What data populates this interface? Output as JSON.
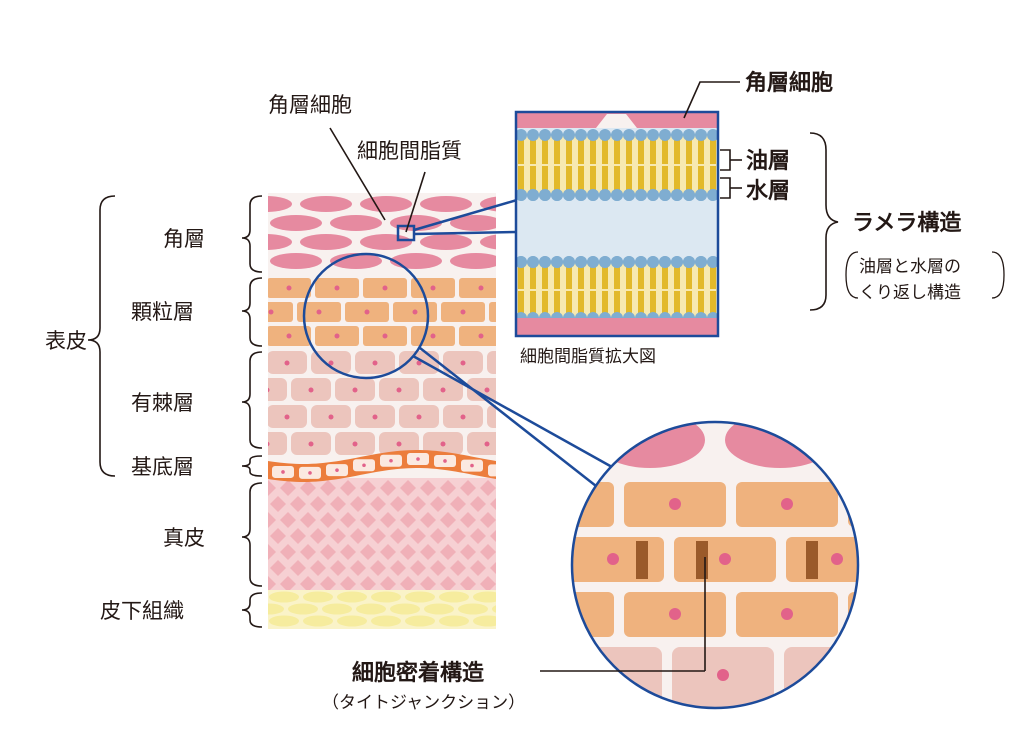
{
  "labels": {
    "epidermis": "表皮",
    "stratum_corneum": "角層",
    "granular_layer": "顆粒層",
    "spinous_layer": "有棘層",
    "basal_layer": "基底層",
    "dermis": "真皮",
    "subcutaneous": "皮下組織",
    "corneocyte_top": "角層細胞",
    "intercellular_lipid": "細胞間脂質",
    "corneocyte_right": "角層細胞",
    "oil_layer": "油層",
    "water_layer": "水層",
    "lamellar": "ラメラ構造",
    "lamellar_note_1": "油層と水層の",
    "lamellar_note_2": "くり返し構造",
    "lipid_caption": "細胞間脂質拡大図",
    "tight_junction": "細胞密着構造",
    "tight_junction_sub": "（タイトジャンクション）"
  },
  "colors": {
    "corneum": "#e68aa0",
    "granular": "#efb27e",
    "spinous": "#ecc5bd",
    "basal": "#ec7d3c",
    "dermis": "#f0b0b8",
    "fat": "#f6ec9e",
    "lipid_head": "#7fadd1",
    "lipid_tail": "#e2b92a",
    "outline": "#1d4b9a",
    "nucleus": "#e2628a"
  }
}
